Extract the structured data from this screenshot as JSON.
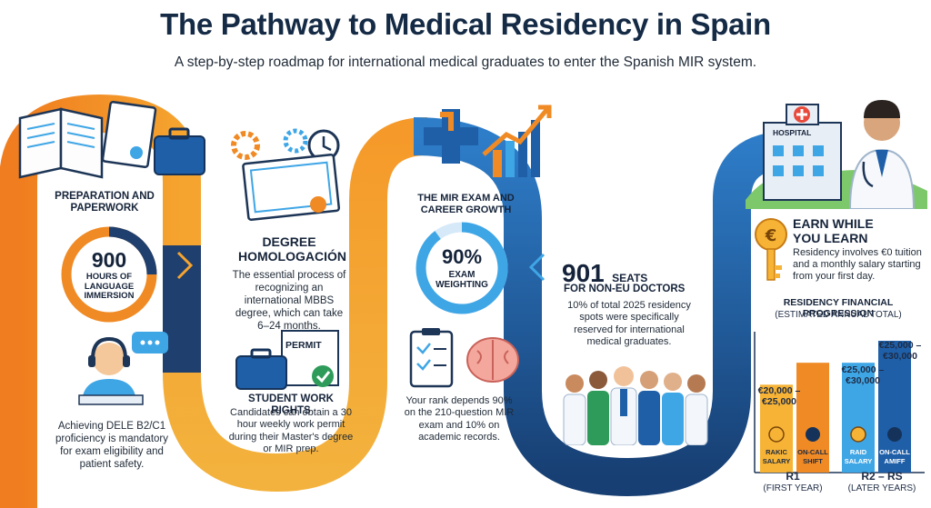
{
  "header": {
    "title": "The Pathway to Medical Residency in Spain",
    "subtitle": "A step-by-step roadmap for international medical graduates to enter the Spanish MIR system."
  },
  "colors": {
    "navy": "#142a45",
    "orange": "#f08a24",
    "yellow": "#f6b335",
    "blue": "#1f5fa8",
    "light_blue": "#3fa6e6",
    "green": "#2e9b5a"
  },
  "step1": {
    "heading": "PREPARATION AND PAPERWORK",
    "ring_number": "900",
    "ring_label": "HOURS OF LANGUAGE IMMERSION",
    "body": "Achieving DELE B2/C1 proficiency is mandatory for exam eligibility and patient safety.",
    "icons": [
      "book-icon",
      "document-icon",
      "briefcase-icon",
      "student-headphones-icon",
      "chat-bubble-icon"
    ]
  },
  "step2": {
    "heading": "DEGREE HOMOLOGACIÓN",
    "body": "The essential process of recognizing an international MBBS degree, which can take 6–24 months.",
    "permit_label": "PERMIT",
    "work_heading": "STUDENT WORK RIGHTS",
    "work_body": "Candidates can obtain a 30 hour weekly work permit during their Master's degree or MIR prep.",
    "icons": [
      "gears-icon",
      "clock-icon",
      "certificate-icon",
      "permit-briefcase-icon",
      "check-icon"
    ]
  },
  "step3": {
    "heading": "THE MIR EXAM AND CAREER GROWTH",
    "ring_number": "90%",
    "ring_label": "EXAM WEIGHTING",
    "ring_fraction": 0.9,
    "body": "Your rank depends 90% on the 210-question MIR exam and 10% on academic records.",
    "icons": [
      "medical-cross-icon",
      "growth-chart-icon",
      "clipboard-icon",
      "brain-icon"
    ]
  },
  "step4": {
    "seats_number": "901",
    "seats_label": "SEATS",
    "seats_sub": "FOR NON-EU DOCTORS",
    "body": "10% of total 2025 residency spots were specifically reserved for international medical graduates.",
    "icons": [
      "doctors-group-icon"
    ]
  },
  "step5": {
    "hospital_label": "HOSPITAL",
    "heading": "EARN WHILE YOU LEARN",
    "body": "Residency involves €0 tuition and a monthly salary starting from your first day.",
    "icons": [
      "hospital-icon",
      "doctor-icon",
      "euro-key-icon"
    ]
  },
  "chart_data": {
    "type": "bar",
    "title": "RESIDENCY FINANCIAL PROGRESSION",
    "subtitle": "(ESTIMATED ANNUAL TOTAL)",
    "categories": [
      {
        "name": "R1",
        "sub": "(FIRST YEAR)"
      },
      {
        "name": "R2 – RS",
        "sub": "(LATER YEARS)"
      }
    ],
    "series": [
      {
        "name_lines": [
          "RAKIC",
          "SALARY"
        ],
        "color": "#f6b335",
        "icon": "euro-coin-icon",
        "values": [
          20000,
          25000
        ],
        "labels": [
          "€20,000 –\n€25,000",
          "€25,000 –\n€30,000"
        ]
      },
      {
        "name_lines": [
          "ON-CALL",
          "SHIFT"
        ],
        "color": "#f08a24",
        "icon": "moon-icon",
        "values": [
          25000,
          30000
        ],
        "labels": [
          "",
          "€25,000 –\n€30,000"
        ]
      }
    ],
    "series_names_second_group": [
      [
        "RAID",
        "SALARY"
      ],
      [
        "ON-CALL",
        "AMIFF"
      ]
    ],
    "ylim": [
      0,
      30000
    ]
  }
}
